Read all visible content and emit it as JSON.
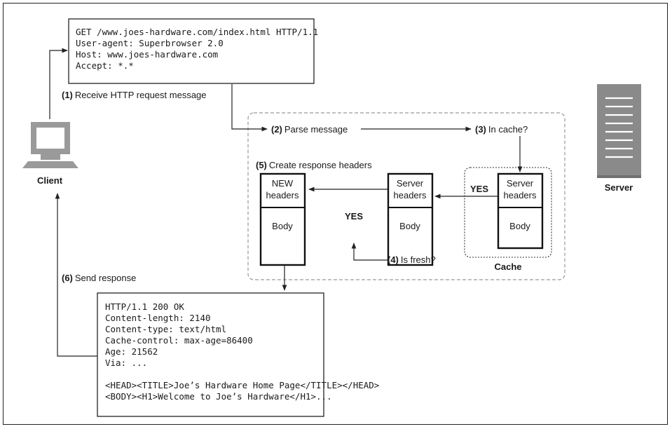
{
  "request_box": {
    "lines": [
      "GET /www.joes-hardware.com/index.html HTTP/1.1",
      "User-agent: Superbrowser 2.0",
      "Host: www.joes-hardware.com",
      "Accept: *.*"
    ]
  },
  "steps": {
    "s1": {
      "num": "(1)",
      "text": "Receive HTTP request message"
    },
    "s2": {
      "num": "(2)",
      "text": "Parse message"
    },
    "s3": {
      "num": "(3)",
      "text": "In cache?"
    },
    "s4": {
      "num": "(4)",
      "text": "Is fresh?"
    },
    "s5": {
      "num": "(5)",
      "text": "Create response headers"
    },
    "s6": {
      "num": "(6)",
      "text": "Send response"
    }
  },
  "client": {
    "label": "Client",
    "icon": "computer-icon"
  },
  "server": {
    "label": "Server",
    "icon": "server-icon"
  },
  "cache": {
    "label": "Cache"
  },
  "cards": {
    "new": {
      "header1": "NEW",
      "header2": "headers",
      "body": "Body"
    },
    "copy": {
      "header1": "Server",
      "header2": "headers",
      "body": "Body"
    },
    "cached": {
      "header1": "Server",
      "header2": "headers",
      "body": "Body"
    }
  },
  "yes_labels": {
    "cache_hit": "YES",
    "fresh": "YES"
  },
  "response_box": {
    "lines": [
      "HTTP/1.1 200 OK",
      "Content-length: 2140",
      "Content-type: text/html",
      "Cache-control: max-age=86400",
      "Age: 21562",
      "Via: ...",
      "",
      "<HEAD><TITLE>Joe’s Hardware Home Page</TITLE></HEAD>",
      "<BODY><H1>Welcome to Joe’s Hardware</H1>..."
    ]
  },
  "colors": {
    "server_fill": "#8a8a8a",
    "client_fill": "#9a9a9a",
    "dashed_border": "#999999"
  }
}
